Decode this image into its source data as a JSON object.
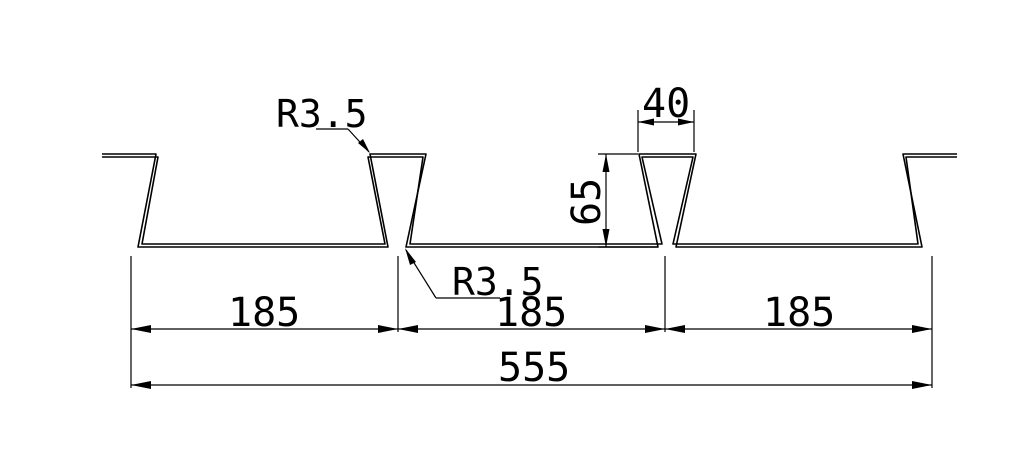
{
  "drawing": {
    "radius_label_top": "R3.5",
    "radius_label_bottom": "R3.5",
    "rib_top_width": "40",
    "rib_height": "65",
    "pitch_1": "185",
    "pitch_2": "185",
    "pitch_3": "185",
    "total_width": "555"
  }
}
